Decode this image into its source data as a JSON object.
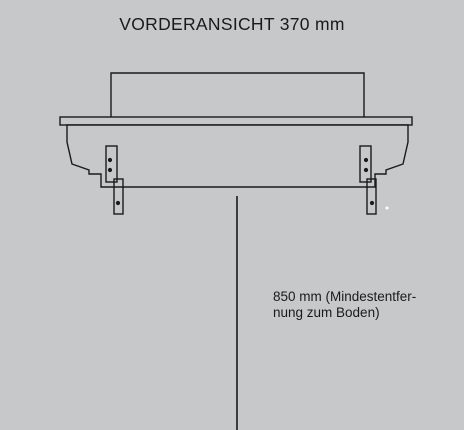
{
  "figure": {
    "title": "VORDERANSICHT 370 mm",
    "dimension_label": {
      "line1": "850 mm (Mindestentfer-",
      "line2": "nung zum Boden)"
    }
  },
  "colors": {
    "background": "#c7c8ca",
    "stroke": "#1a1a1a",
    "hood_fill": "#c7c8ca",
    "highlight_dot": "#ffffff"
  }
}
